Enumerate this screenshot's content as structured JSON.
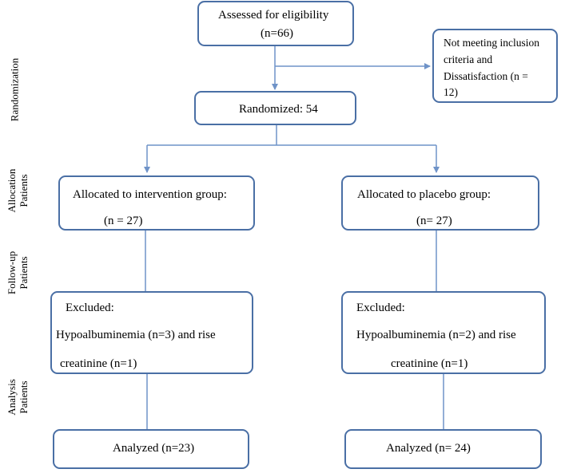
{
  "side_labels": {
    "randomization": "Randomization",
    "allocation": [
      "Allocation",
      "Patients"
    ],
    "follow_up": [
      "Follow-up",
      "Patients"
    ],
    "analysis": [
      "Analysis",
      "Patients"
    ]
  },
  "assessed": {
    "line1": "Assessed for eligibility",
    "line2": "(n=66)"
  },
  "not_meeting": {
    "line1": "Not meeting inclusion",
    "line2": "criteria and",
    "line3": "Dissatisfaction (n =",
    "line4": "12)"
  },
  "randomized": {
    "label": "Randomized: 54"
  },
  "intervention": {
    "line1": "Allocated to intervention group:",
    "line2": "(n = 27)"
  },
  "placebo": {
    "line1": "Allocated to placebo group:",
    "line2": "(n= 27)"
  },
  "excluded_left": {
    "line1": "Excluded:",
    "line2": "Hypoalbuminemia (n=3) and rise",
    "line3": "creatinine (n=1)"
  },
  "excluded_right": {
    "line1": "Excluded:",
    "line2": "Hypoalbuminemia (n=2) and rise",
    "line3": "creatinine (n=1)"
  },
  "analyzed_left": {
    "label": "Analyzed (n=23)"
  },
  "analyzed_right": {
    "label": "Analyzed (n= 24)"
  },
  "colors": {
    "border": "#4a6fa5",
    "connector": "#6f93c8"
  }
}
